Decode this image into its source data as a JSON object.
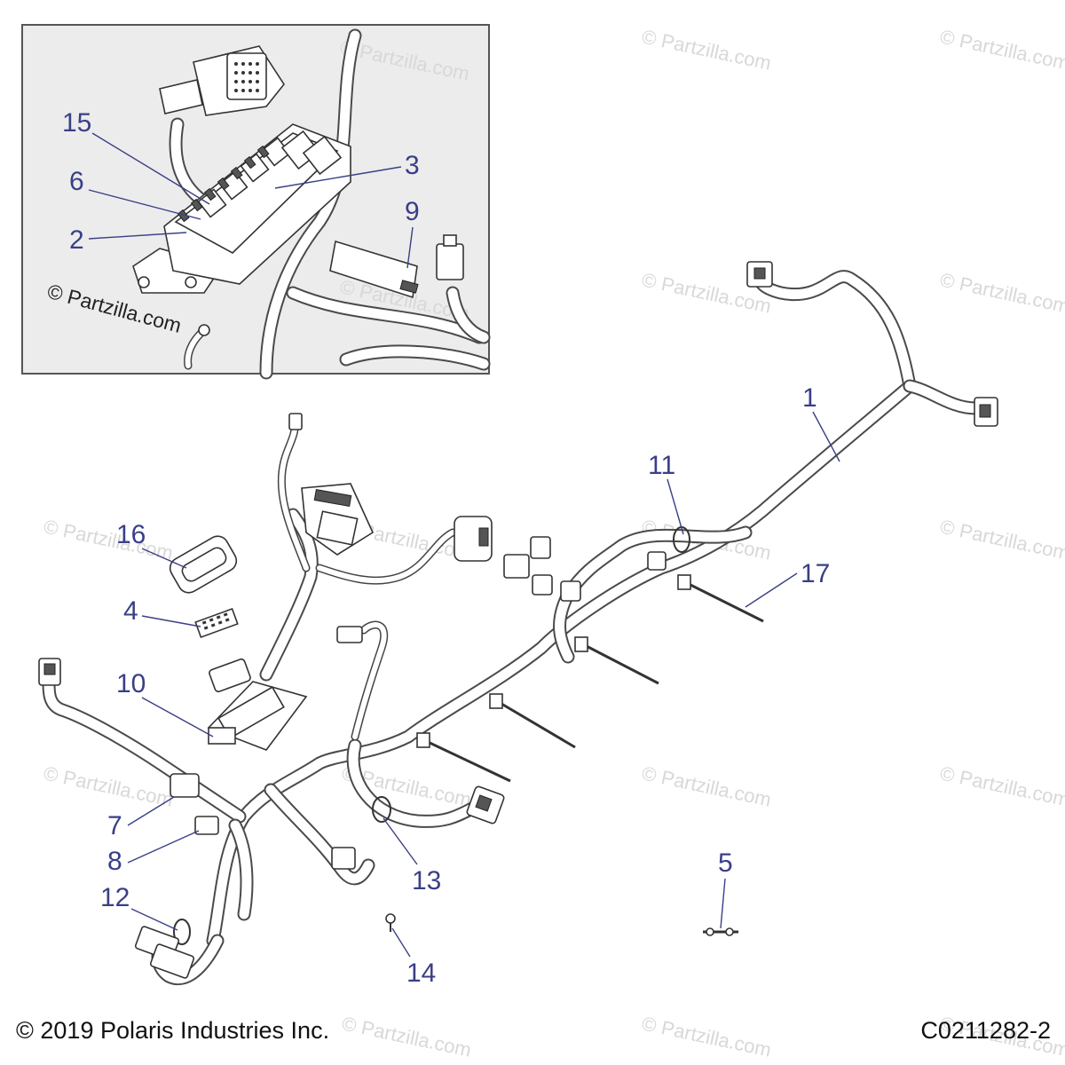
{
  "watermark": "© Partzilla.com",
  "inset": {
    "watermark": "© Partzilla.com",
    "callouts": [
      "15",
      "6",
      "2",
      "3",
      "9"
    ]
  },
  "callouts": [
    "1",
    "11",
    "17",
    "16",
    "4",
    "10",
    "7",
    "8",
    "12",
    "13",
    "14",
    "5"
  ],
  "footer": {
    "copyright": "© 2019 Polaris Industries Inc.",
    "drawing_code": "C0211282-2"
  },
  "colors": {
    "callout": "#3a3f86",
    "line": "#333333",
    "watermark": "#d8d8d8"
  }
}
